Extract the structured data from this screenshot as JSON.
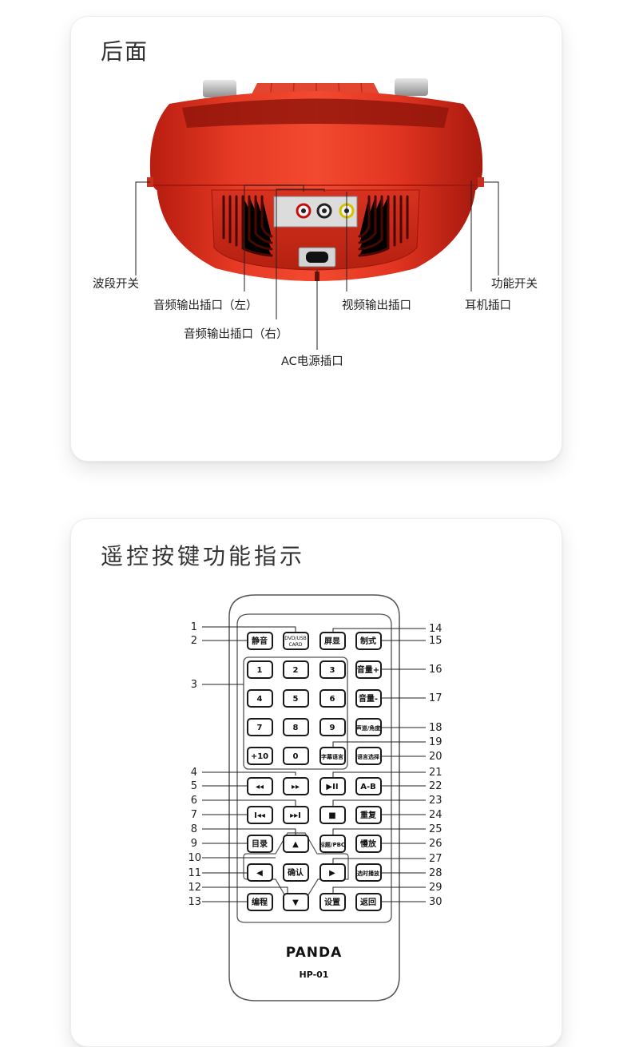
{
  "back_section": {
    "title": "后面",
    "labels": {
      "band_switch": "波段开关",
      "audio_left": "音频输出插口（左）",
      "audio_right": "音频输出插口（右）",
      "ac_power": "AC电源插口",
      "video_out": "视频输出插口",
      "headphone": "耳机插口",
      "function_switch": "功能开关"
    }
  },
  "remote_section": {
    "title": "遥控按键功能指示",
    "brand": "PANDA",
    "model": "HP-01",
    "buttons": {
      "dvd": "DVD/USB/CARD",
      "mute": "静音",
      "display": "屏显",
      "system": "制式",
      "d1": "1",
      "d2": "2",
      "d3": "3",
      "d4": "4",
      "d5": "5",
      "d6": "6",
      "d7": "7",
      "d8": "8",
      "d9": "9",
      "d10": "+10",
      "d0": "0",
      "vol_up": "音量+",
      "vol_down": "音量-",
      "channel": "声道/角度",
      "subtitle": "字幕语言",
      "language": "语言选择",
      "rew": "◂◂",
      "ffw": "▸▸",
      "play": "▶II",
      "ab": "A-B",
      "prev": "I◂◂",
      "next": "▸▸I",
      "stop": "■",
      "repeat": "重复",
      "menu": "目录",
      "up": "▲",
      "title_pbc": "标题/PBC",
      "slow": "慢放",
      "left": "◀",
      "ok": "确认",
      "right": "▶",
      "goto": "选时播放",
      "program": "编程",
      "down": "▼",
      "setup": "设置",
      "back": "返回"
    },
    "numbers": {
      "n1": "1",
      "n2": "2",
      "n3": "3",
      "n4": "4",
      "n5": "5",
      "n6": "6",
      "n7": "7",
      "n8": "8",
      "n9": "9",
      "n10": "10",
      "n11": "11",
      "n12": "12",
      "n13": "13",
      "n14": "14",
      "n15": "15",
      "n16": "16",
      "n17": "17",
      "n18": "18",
      "n19": "19",
      "n20": "20",
      "n21": "21",
      "n22": "22",
      "n23": "23",
      "n24": "24",
      "n25": "25",
      "n26": "26",
      "n27": "27",
      "n28": "28",
      "n29": "29",
      "n30": "30"
    }
  }
}
